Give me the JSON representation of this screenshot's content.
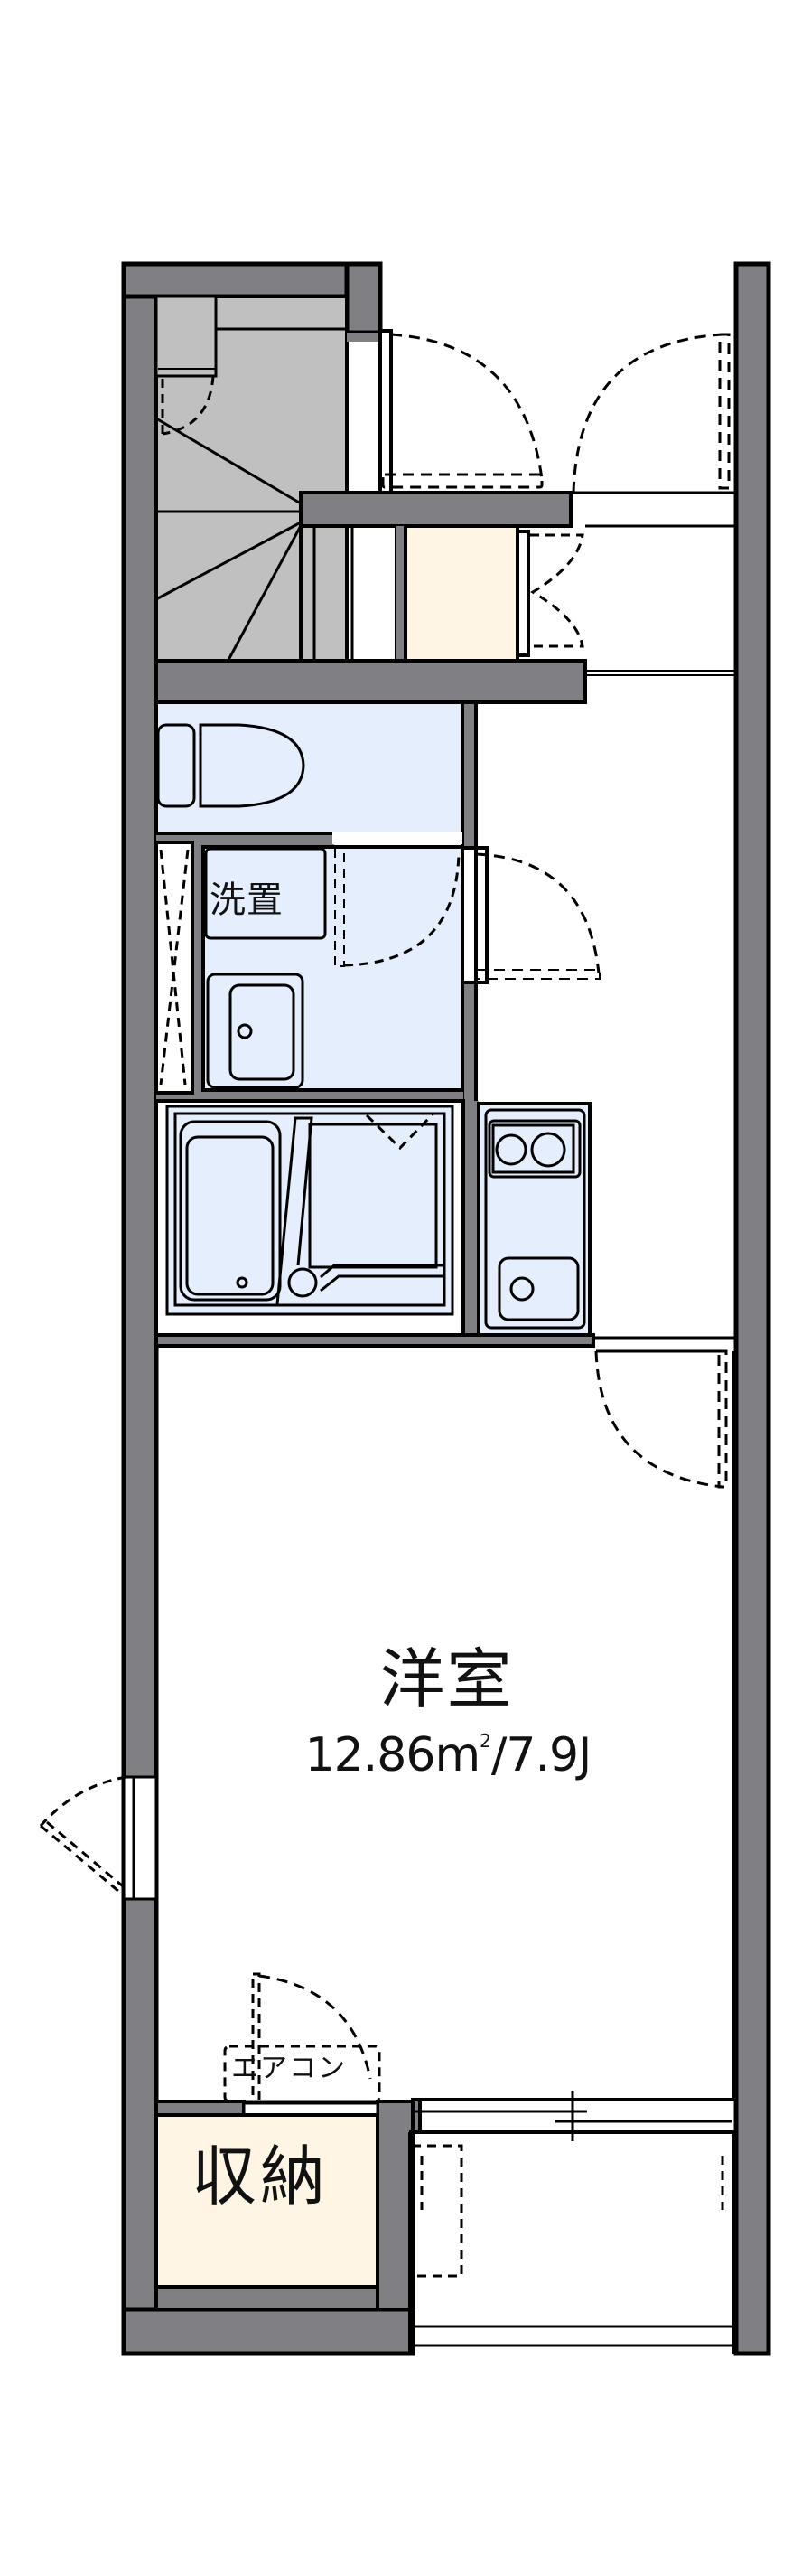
{
  "floorplan": {
    "colors": {
      "wall": "#808084",
      "outline": "#000000",
      "stair": "#c0c0c0",
      "wet_area": "#e4eefc",
      "storage": "#fff5e4",
      "floor": "#ffffff"
    },
    "rooms": {
      "western_room": {
        "label": "洋室",
        "area_m2": "12.86",
        "area_unit": "m",
        "area_sup": "2",
        "area_tatami": "/7.9J"
      },
      "wash_area": {
        "label": "洗置"
      },
      "air_conditioner": {
        "label": "エアコン"
      },
      "storage": {
        "label": "収納"
      }
    },
    "fixtures": [
      "stairs",
      "shoe-cabinet",
      "toilet",
      "washbasin",
      "bathtub",
      "kitchen-sink",
      "stove-2-burner",
      "balcony",
      "entrance-door",
      "window-left",
      "sliding-window"
    ]
  }
}
